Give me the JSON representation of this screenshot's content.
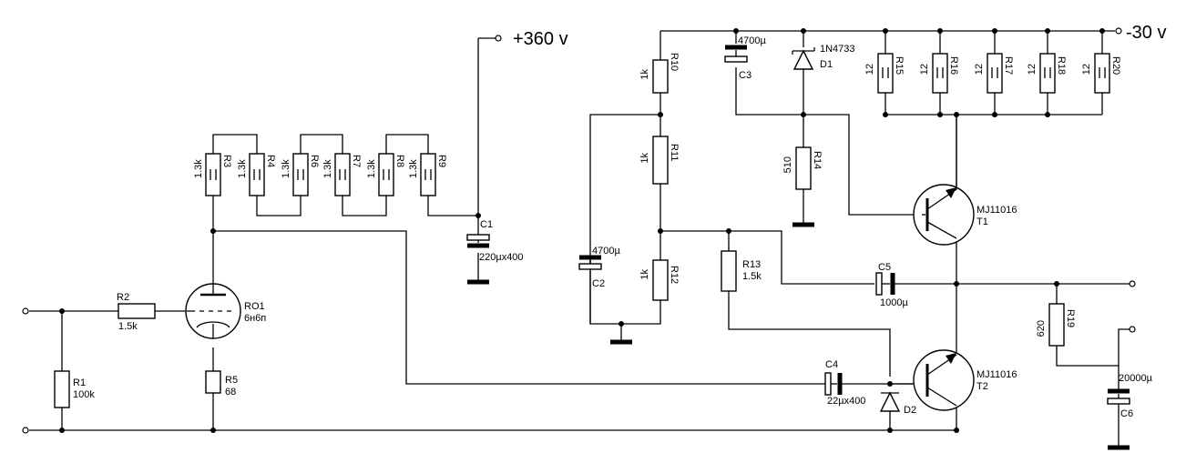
{
  "rails": {
    "positive": "+360 v",
    "negative": "-30 v"
  },
  "components": {
    "R1": {
      "ref": "R1",
      "value": "100k"
    },
    "R2": {
      "ref": "R2",
      "value": "1.5k"
    },
    "R3": {
      "ref": "R3",
      "value": "1.3k"
    },
    "R4": {
      "ref": "R4",
      "value": "1.3k"
    },
    "R5": {
      "ref": "R5",
      "value": "68"
    },
    "R6": {
      "ref": "R6",
      "value": "1.3k"
    },
    "R7": {
      "ref": "R7",
      "value": "1.3k"
    },
    "R8": {
      "ref": "R8",
      "value": "1.3k"
    },
    "R9": {
      "ref": "R9",
      "value": "1.3k"
    },
    "R10": {
      "ref": "R10",
      "value": "1k"
    },
    "R11": {
      "ref": "R11",
      "value": "1k"
    },
    "R12": {
      "ref": "R12",
      "value": "1k"
    },
    "R13": {
      "ref": "R13",
      "value": "1.5k"
    },
    "R14": {
      "ref": "R14",
      "value": "510"
    },
    "R15": {
      "ref": "R15",
      "value": "12"
    },
    "R16": {
      "ref": "R16",
      "value": "12"
    },
    "R17": {
      "ref": "R17",
      "value": "12"
    },
    "R18": {
      "ref": "R18",
      "value": "12"
    },
    "R19": {
      "ref": "R19",
      "value": "620"
    },
    "R20": {
      "ref": "R20",
      "value": "12"
    },
    "C1": {
      "ref": "C1",
      "value": "220µx400"
    },
    "C2": {
      "ref": "C2",
      "value": "4700µ"
    },
    "C3": {
      "ref": "C3",
      "value": "4700µ"
    },
    "C4": {
      "ref": "C4",
      "value": "22µx400"
    },
    "C5": {
      "ref": "C5",
      "value": "1000µ"
    },
    "C6": {
      "ref": "C6",
      "value": "20000µ"
    },
    "D1": {
      "ref": "D1",
      "value": "1N4733"
    },
    "D2": {
      "ref": "D2"
    },
    "T1": {
      "ref": "T1",
      "value": "MJ11016"
    },
    "T2": {
      "ref": "T2",
      "value": "MJ11016"
    },
    "RO1": {
      "ref": "RO1",
      "value": "6н6п"
    }
  }
}
